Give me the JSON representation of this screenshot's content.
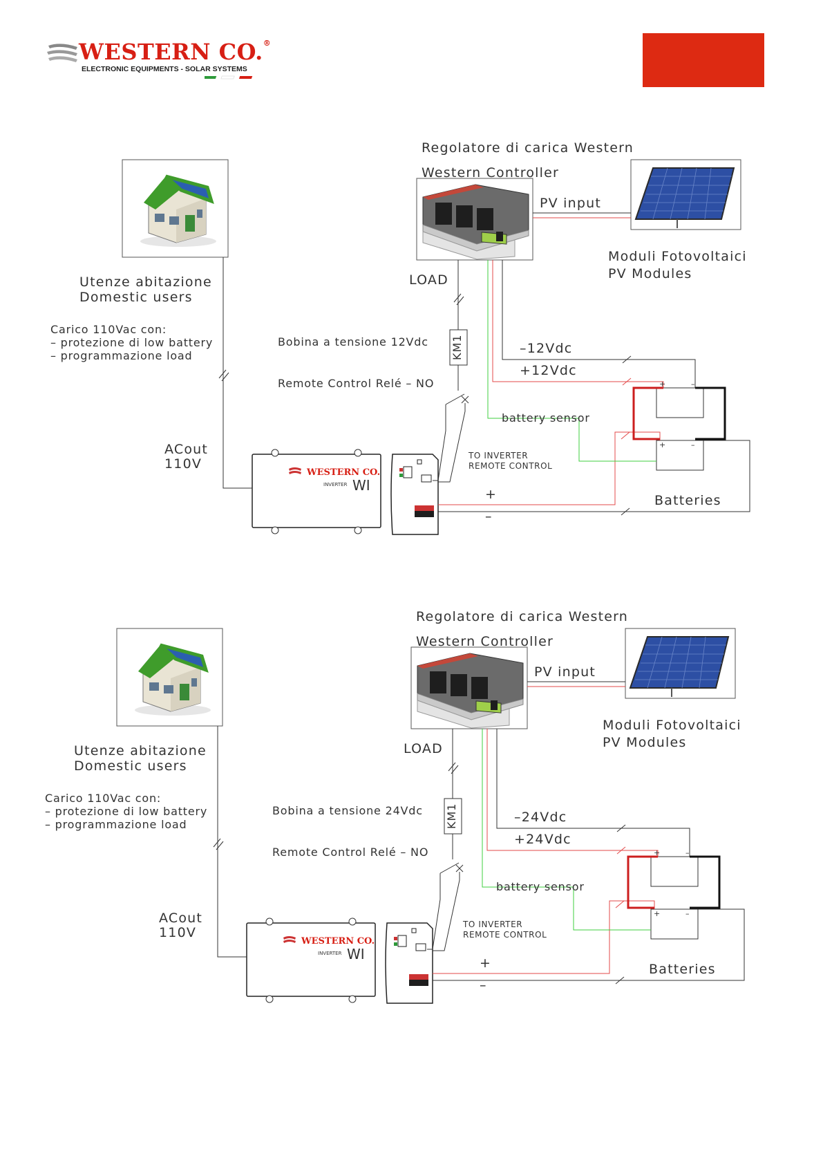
{
  "header": {
    "logo_name": "WESTERN CO.",
    "logo_tagline": "ELECTRONIC EQUIPMENTS - SOLAR SYSTEMS",
    "accent_color": "#dd2a12"
  },
  "diagrams": [
    {
      "controller_title_it": "Regolatore di carica Western",
      "controller_title_en": "Western Controller",
      "pv_input_label": "PV input",
      "pv_modules_it": "Moduli Fotovoltaici",
      "pv_modules_en": "PV Modules",
      "domestic_it": "Utenze abitazione",
      "domestic_en": "Domestic users",
      "load_label": "LOAD",
      "load_notes": [
        "Carico 110Vac con:",
        "– protezione di low battery",
        "– programmazione load"
      ],
      "coil_label": "Bobina a tensione 12Vdc",
      "relay_label": "Remote Control Relé – NO",
      "relay_tag": "KM1",
      "neg_voltage": "–12Vdc",
      "pos_voltage": "+12Vdc",
      "battery_sensor": "battery sensor",
      "inverter_remote": [
        "TO INVERTER",
        "REMOTE CONTROL"
      ],
      "acout": [
        "ACout",
        "110V"
      ],
      "plus": "+",
      "minus": "–",
      "batteries": "Batteries",
      "inverter_brand": "WESTERN CO.",
      "inverter_small": "INVERTER",
      "inverter_model": "WI"
    },
    {
      "controller_title_it": "Regolatore di carica Western",
      "controller_title_en": "Western Controller",
      "pv_input_label": "PV input",
      "pv_modules_it": "Moduli Fotovoltaici",
      "pv_modules_en": "PV Modules",
      "domestic_it": "Utenze abitazione",
      "domestic_en": "Domestic users",
      "load_label": "LOAD",
      "load_notes": [
        "Carico 110Vac con:",
        "– protezione di low battery",
        "– programmazione load"
      ],
      "coil_label": "Bobina a tensione 24Vdc",
      "relay_label": "Remote Control Relé – NO",
      "relay_tag": "KM1",
      "neg_voltage": "–24Vdc",
      "pos_voltage": "+24Vdc",
      "battery_sensor": "battery sensor",
      "inverter_remote": [
        "TO INVERTER",
        "REMOTE CONTROL"
      ],
      "acout": [
        "ACout",
        "110V"
      ],
      "plus": "+",
      "minus": "–",
      "batteries": "Batteries",
      "inverter_brand": "WESTERN CO.",
      "inverter_small": "INVERTER",
      "inverter_model": "WI"
    }
  ]
}
